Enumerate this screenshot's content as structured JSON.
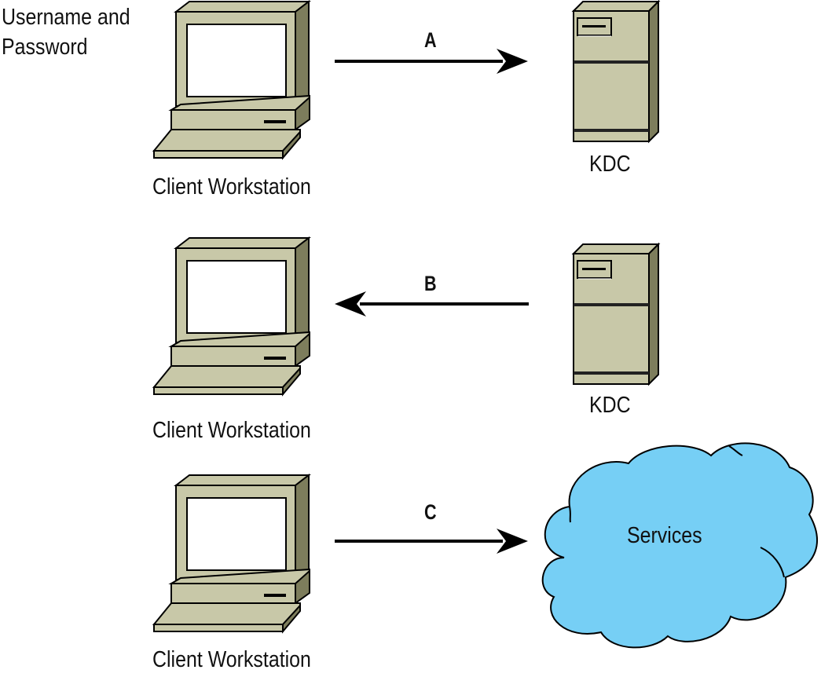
{
  "diagram": {
    "title": "Kerberos authentication flow",
    "colors": {
      "device_face": "#c8c8a8",
      "device_side": "#7d7d5c",
      "screen": "#ffffff",
      "cloud_fill": "#76cff5",
      "stroke": "#000000"
    },
    "input_note": "Username and\nPassword",
    "input_note_lines": [
      "Username and",
      "Password"
    ],
    "rows": [
      {
        "step": "A",
        "direction": "client-to-kdc",
        "source": "Client Workstation",
        "target": "KDC",
        "client_label": "Client Workstation",
        "right_label": "KDC",
        "right_type": "server"
      },
      {
        "step": "B",
        "direction": "kdc-to-client",
        "source": "KDC",
        "target": "Client Workstation",
        "client_label": "Client Workstation",
        "right_label": "KDC",
        "right_type": "server"
      },
      {
        "step": "C",
        "direction": "client-to-services",
        "source": "Client Workstation",
        "target": "Services",
        "client_label": "Client Workstation",
        "right_label": "Services",
        "right_type": "cloud"
      }
    ]
  }
}
